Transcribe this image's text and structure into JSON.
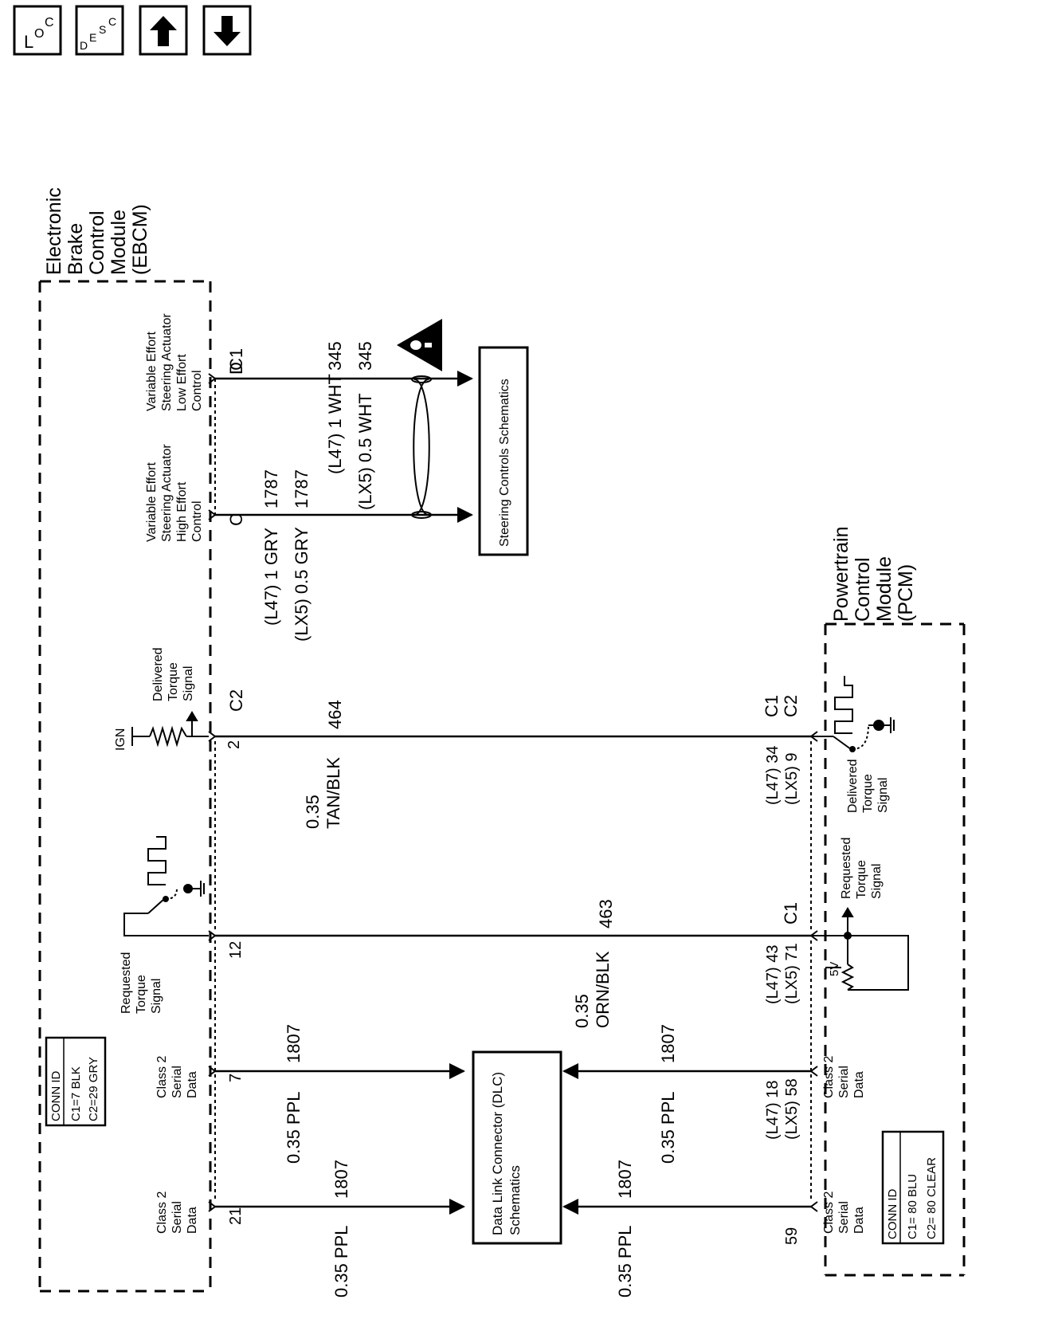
{
  "nav": {
    "loc": {
      "main": "L",
      "sub": "O",
      "sub2": "C"
    },
    "desc": {
      "main": "D",
      "sub": "E",
      "sub2": "S",
      "sub3": "C"
    }
  },
  "ebcm": {
    "title_lines": [
      "Electronic",
      "Brake",
      "Control",
      "Module",
      "(EBCM)"
    ],
    "conn_id": {
      "title": "CONN ID",
      "lines": [
        "C1=7 BLK",
        "C2=29 GRY"
      ]
    },
    "circuits": {
      "low_effort": {
        "label_lines": [
          "Variable Effort",
          "Steering Actuator",
          "Low Effort",
          "Control"
        ],
        "pin": "D",
        "conn": "C1"
      },
      "high_effort": {
        "label_lines": [
          "Variable Effort",
          "Steering Actuator",
          "High Effort",
          "Control"
        ],
        "pin": "C"
      },
      "delivered_torque": {
        "label_lines": [
          "Delivered",
          "Torque",
          "Signal"
        ],
        "pin": "2",
        "conn": "C2",
        "ign": "IGN"
      },
      "requested_torque": {
        "label_lines": [
          "Requested",
          "Torque",
          "Signal"
        ],
        "pin": "12"
      },
      "class2_a": {
        "label_lines": [
          "Class 2",
          "Serial",
          "Data"
        ],
        "pin": "7"
      },
      "class2_b": {
        "label_lines": [
          "Class 2",
          "Serial",
          "Data"
        ],
        "pin": "21"
      }
    }
  },
  "pcm": {
    "title_lines": [
      "Powertrain",
      "Control",
      "Module",
      "(PCM)"
    ],
    "conn_id": {
      "title": "CONN ID",
      "lines": [
        "C1= 80 BLU",
        "C2= 80 CLEAR"
      ]
    },
    "delivered_torque": {
      "label_lines": [
        "Delivered",
        "Torque",
        "Signal"
      ],
      "pin_l47": "(L47) 34",
      "pin_lx5": "(LX5) 9",
      "conn1": "C1",
      "conn2": "C2"
    },
    "requested_torque": {
      "label_lines": [
        "Requested",
        "Torque",
        "Signal"
      ],
      "pin_l47": "(L47) 43",
      "pin_lx5": "(LX5) 71",
      "conn": "C1",
      "volt": "5V"
    },
    "class2_a": {
      "label_lines": [
        "Class 2",
        "Serial",
        "Data"
      ],
      "pin_l47": "(L47) 18",
      "pin_lx5": "(LX5) 58"
    },
    "class2_b": {
      "label_lines": [
        "Class 2",
        "Serial",
        "Data"
      ],
      "pin": "59"
    }
  },
  "wires": {
    "w345_a": "345",
    "w345_b": "345",
    "w345_l47": "(L47) 1 WHT",
    "w345_lx5": "(LX5) 0.5 WHT",
    "w1787_a": "1787",
    "w1787_b": "1787",
    "w1787_l47": "(L47) 1 GRY",
    "w1787_lx5": "(LX5) 0.5 GRY",
    "w464": "464",
    "w464_size": "0.35",
    "w464_color": "TAN/BLK",
    "w463": "463",
    "w463_size": "0.35",
    "w463_color": "ORN/BLK",
    "w1807_a": "1807",
    "w1807_a_color": "0.35 PPL",
    "w1807_b": "1807",
    "w1807_b_color": "0.35 PPL",
    "w1807_c": "1807",
    "w1807_c_color": "0.35 PPL",
    "w1807_d": "1807",
    "w1807_d_color": "0.35 PPL"
  },
  "refs": {
    "steering": "Steering Controls Schematics",
    "dlc_lines": [
      "Data Link Connector (DLC)",
      "Schematics"
    ]
  }
}
